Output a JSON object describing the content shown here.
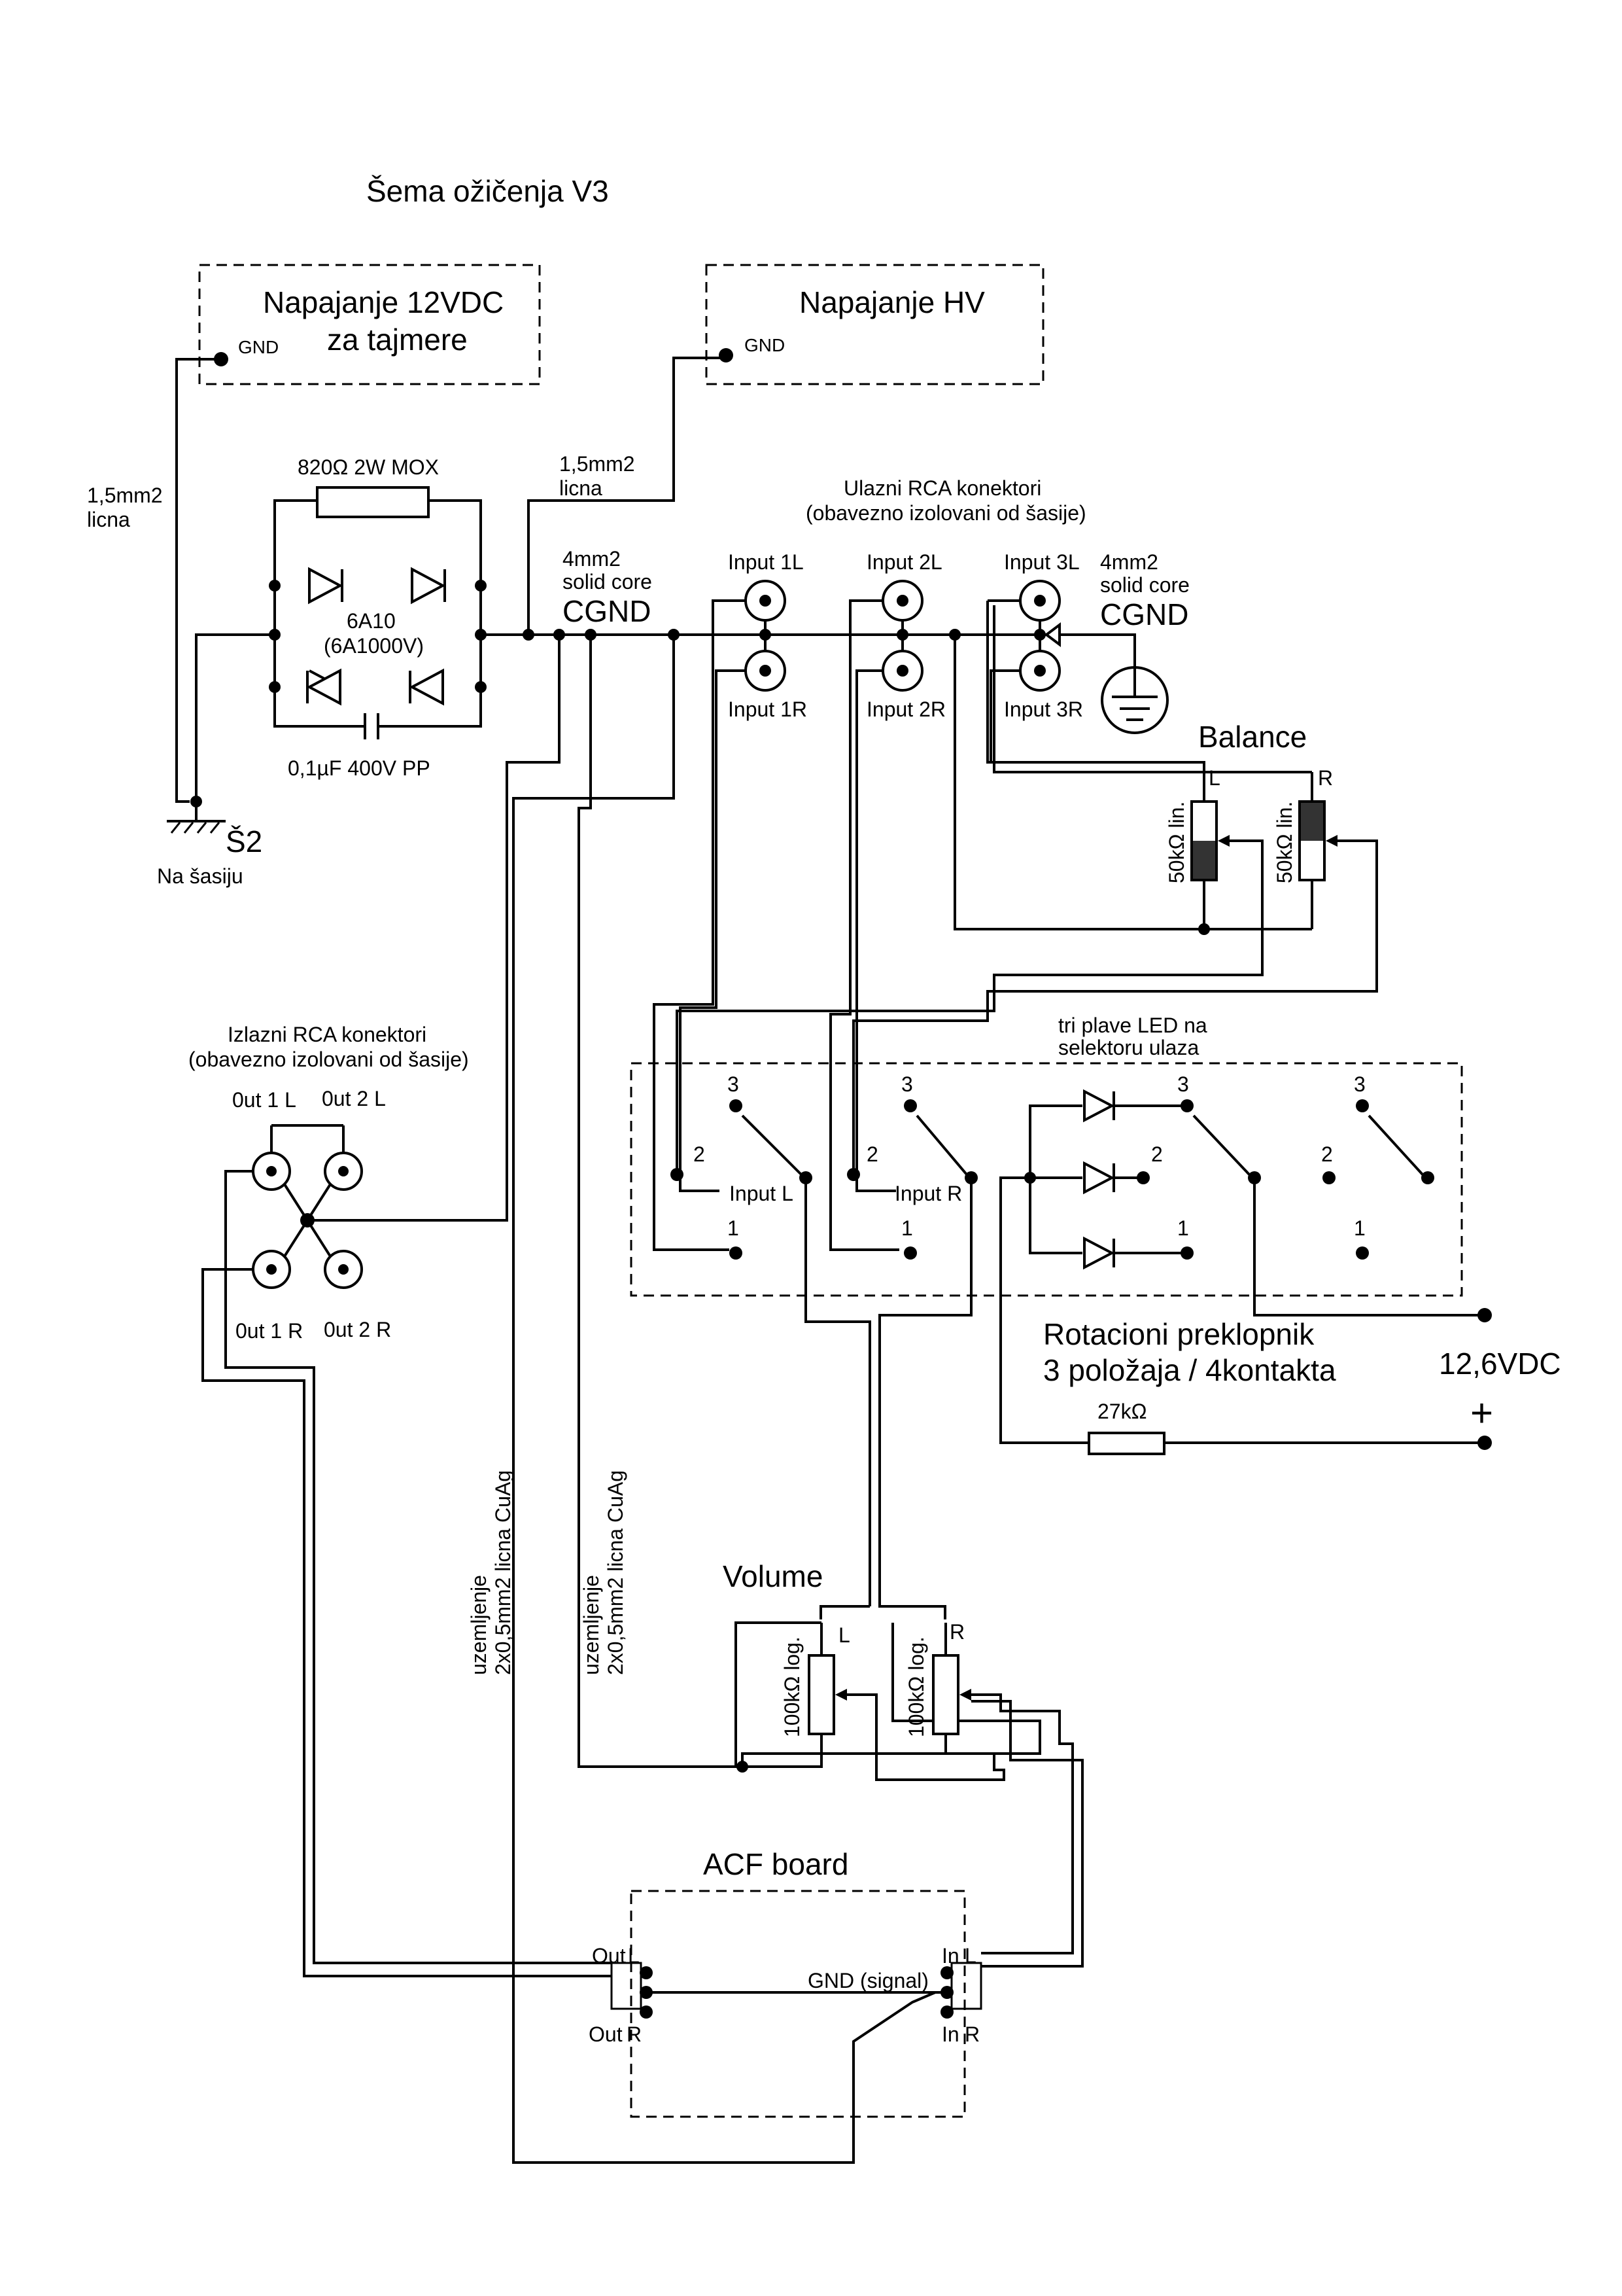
{
  "title": "Šema ožičenja V3",
  "psu_12v": {
    "name_line1": "Napajanje 12VDC",
    "name_line2": "za tajmere",
    "gnd": "GND"
  },
  "psu_hv": {
    "name": "Napajanje HV",
    "gnd": "GND"
  },
  "wire_labels": {
    "chassis_wire_line1": "1,5mm2",
    "chassis_wire_line2": "licna",
    "hv_wire_line1": "1,5mm2",
    "hv_wire_line2": "licna",
    "cgnd1_line1": "4mm2",
    "cgnd1_line2": "solid core",
    "cgnd1_line3": "CGND",
    "cgnd2_line1": "4mm2",
    "cgnd2_line2": "solid core",
    "cgnd2_line3": "CGND",
    "ground_wire1_line1": "uzemljenje",
    "ground_wire1_line2": "2x0,5mm2 licna CuAg",
    "ground_wire2_line1": "uzemljenje",
    "ground_wire2_line2": "2x0,5mm2 licna CuAg"
  },
  "bridge": {
    "resistor": "820Ω 2W MOX",
    "diode_line1": "6A10",
    "diode_line2": "(6A1000V)",
    "capacitor": "0,1µF 400V PP"
  },
  "chassis": {
    "symbol": "Š2",
    "note": "Na šasiju"
  },
  "input_rca": {
    "title_line1": "Ulazni RCA konektori",
    "title_line2": "(obavezno izolovani od šasije)",
    "in1l": "Input 1L",
    "in2l": "Input 2L",
    "in3l": "Input 3L",
    "in1r": "Input 1R",
    "in2r": "Input 2R",
    "in3r": "Input 3R"
  },
  "balance": {
    "title": "Balance",
    "pot_l": "50kΩ lin.",
    "pot_r": "50kΩ lin.",
    "l": "L",
    "r": "R"
  },
  "output_rca": {
    "title_line1": "Izlazni RCA konektori",
    "title_line2": "(obavezno izolovani od šasije)",
    "out1l": "0ut 1 L",
    "out2l": "0ut 2 L",
    "out1r": "0ut 1 R",
    "out2r": "0ut 2 R"
  },
  "selector": {
    "led_note_line1": "tri plave LED na",
    "led_note_line2": "selektoru ulaza",
    "pos1": "1",
    "pos2": "2",
    "pos3": "3",
    "input_l": "Input L",
    "input_r": "Input R",
    "name_line1": "Rotacioni preklopnik",
    "name_line2": "3 položaja / 4kontakta",
    "resistor": "27kΩ"
  },
  "supply": {
    "minus": "-",
    "voltage": "12,6VDC",
    "plus": "+"
  },
  "volume": {
    "title": "Volume",
    "pot_l": "100kΩ log.",
    "pot_r": "100kΩ log.",
    "l": "L",
    "r": "R"
  },
  "acf": {
    "title": "ACF board",
    "out_l_a": "Out",
    "out_l_b": "L",
    "out_r_a": "Out",
    "out_r_b": "R",
    "in_l_a": "In",
    "in_l_b": "L",
    "in_r_a": "In",
    "in_r_b": "R",
    "gnd": "GND (signal)"
  }
}
